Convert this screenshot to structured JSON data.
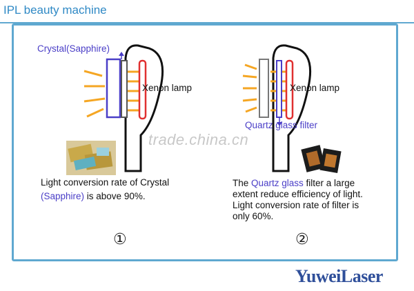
{
  "header": {
    "title": "IPL beauty machine"
  },
  "panel1": {
    "crystal_label": "Crystal(Sapphire)",
    "lamp_label": "Xenon lamp",
    "desc_line1": "Light conversion rate of Crystal",
    "desc_line2_highlight": "(Sapphire)",
    "desc_line2_rest": " is  above 90%.",
    "number": "①"
  },
  "panel2": {
    "lamp_label": "Xenon lamp",
    "filter_label": "Quartz glass filter",
    "desc_prefix": "The ",
    "desc_highlight": "Quartz glass",
    "desc_line1_rest": " filter a large",
    "desc_line2": "extent reduce efficiency of light.",
    "desc_line3": "Light conversion rate of filter is",
    "desc_line4": "only 60%.",
    "number": "②"
  },
  "watermark": "trade.china.cn",
  "brand": "YuweiLaser",
  "colors": {
    "title": "#2f89c5",
    "border": "#5fa8d0",
    "crystal": "#4a3ec7",
    "lamp": "#e03030",
    "rays": "#f5a623",
    "brand": "#2f4f9a"
  }
}
